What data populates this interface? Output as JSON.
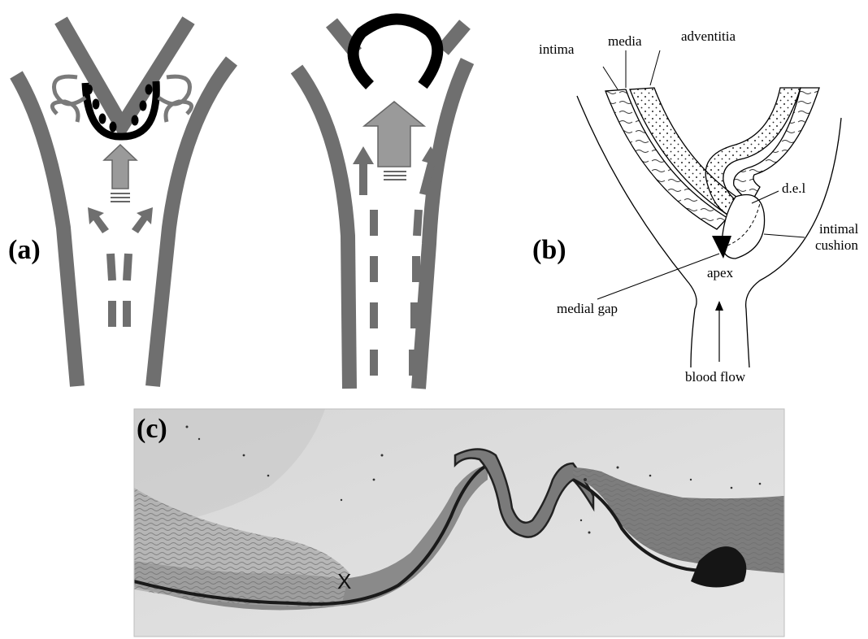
{
  "panels": {
    "a": {
      "letter": "(a)"
    },
    "b": {
      "letter": "(b)",
      "labels": {
        "intima": "intima",
        "media": "media",
        "adventitia": "adventitia",
        "del": "d.e.l",
        "intimal": "intimal",
        "cushion": "cushion",
        "apex": "apex",
        "medial_gap": "medial gap",
        "blood_flow": "blood flow"
      }
    },
    "c": {
      "letter": "(c)",
      "marker": "X"
    }
  },
  "colors": {
    "vessel_gray": "#6f6f6f",
    "arrow_gray": "#9a9a9a",
    "plaque_black": "#000000"
  }
}
